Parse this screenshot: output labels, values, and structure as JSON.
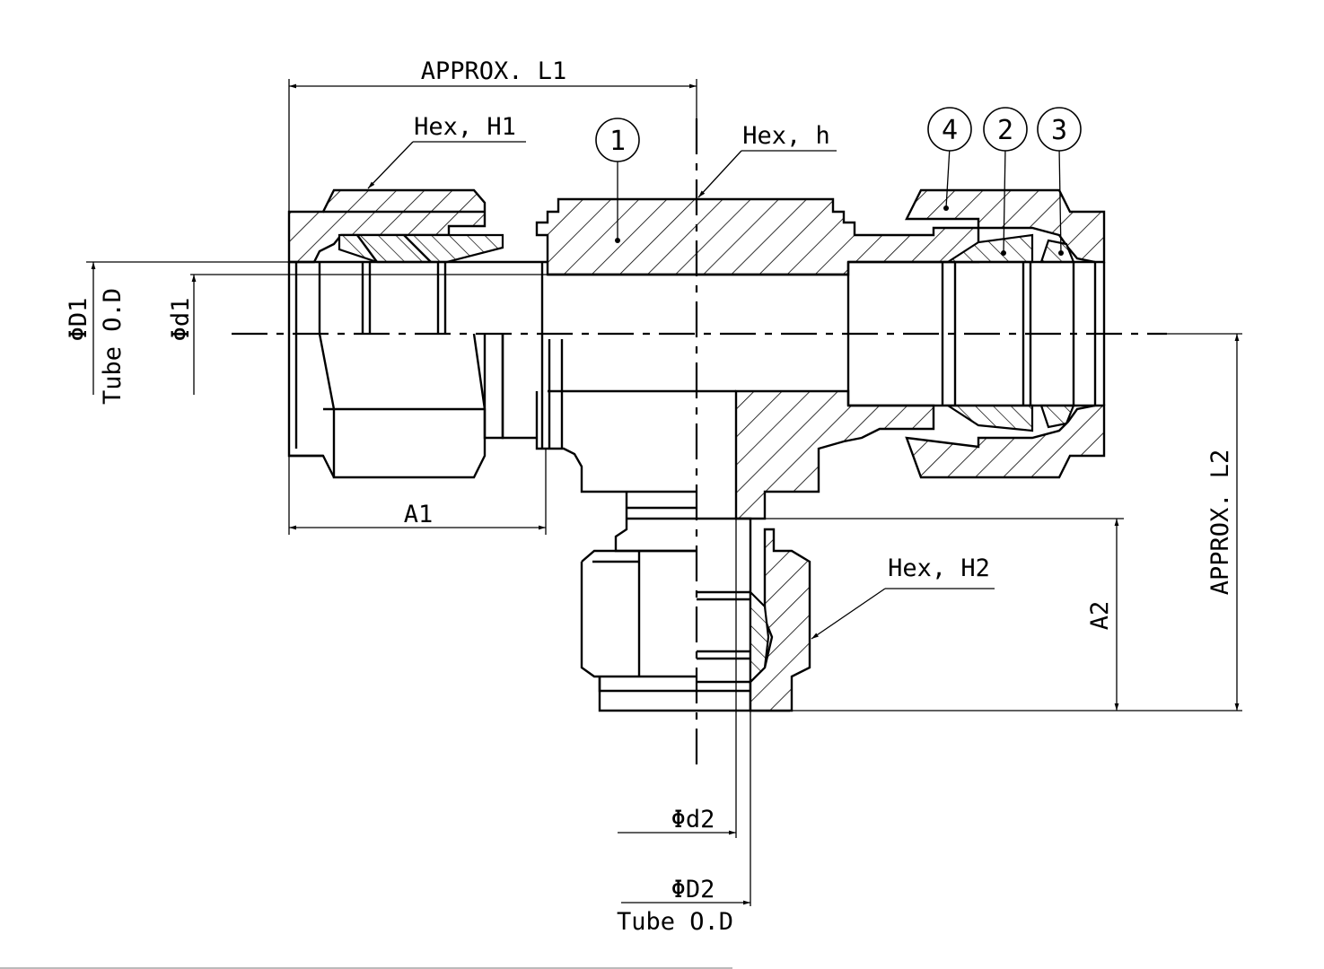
{
  "labels": {
    "approx_l1": "APPROX. L1",
    "hex_h1": "Hex, H1",
    "hex_h": "Hex, h",
    "hex_h2": "Hex, H2",
    "a1": "A1",
    "a2": "A2",
    "approx_l2": "APPROX. L2",
    "phi_d1_upper": "ΦD1",
    "phi_d1_lower": "Φd1",
    "phi_d2_lower": "Φd2",
    "phi_d2_upper": "ΦD2",
    "tube_od_left": "Tube O.D",
    "tube_od_bottom": "Tube O.D"
  },
  "bubbles": [
    "1",
    "4",
    "2",
    "3"
  ]
}
